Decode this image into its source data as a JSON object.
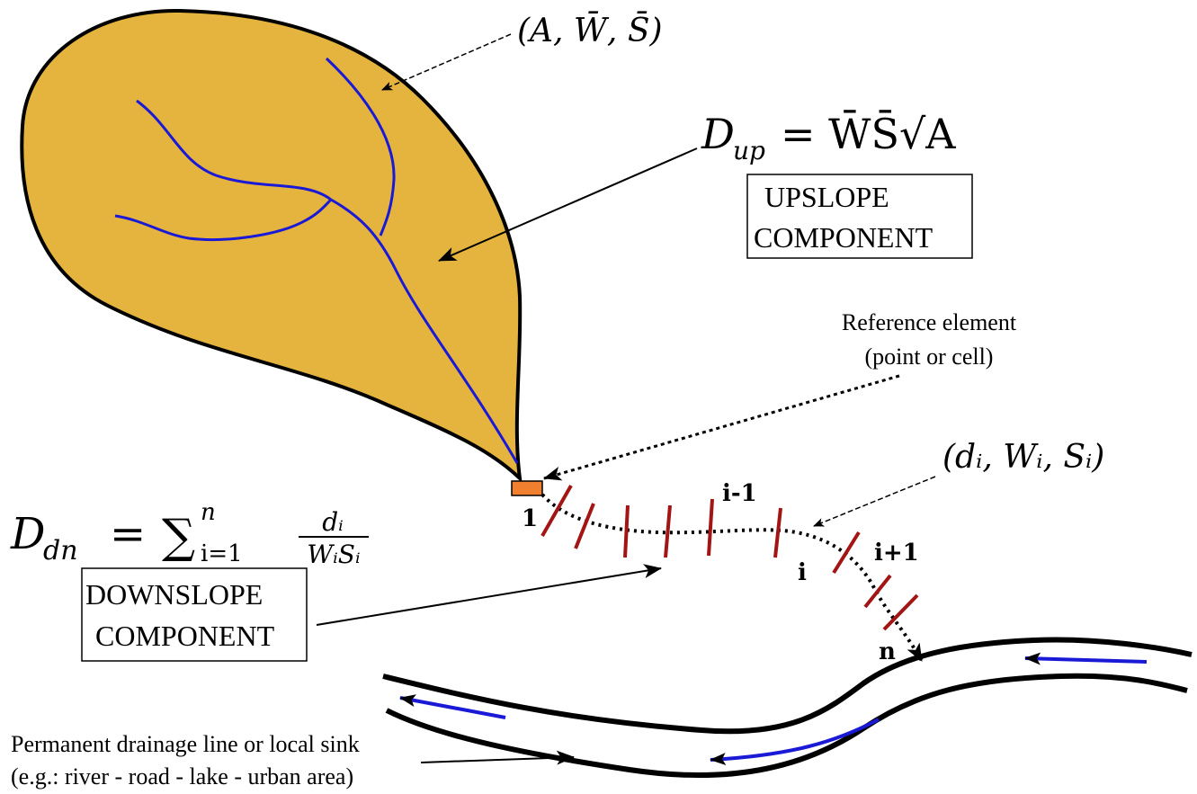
{
  "colors": {
    "catchment_fill": "#e5b43f",
    "stream": "#1a1ad6",
    "flow_segment": "#a31515",
    "reference_element": "#f08030",
    "outline": "#000000"
  },
  "upslope": {
    "params_label": "(A, W̄, S̄)",
    "formula_lhs": "D",
    "formula_sub": "up",
    "formula_rhs": "= W̄S̄√A",
    "box_line1": "UPSLOPE",
    "box_line2": "COMPONENT"
  },
  "reference": {
    "line1": "Reference element",
    "line2": "(point or cell)"
  },
  "downslope": {
    "params_label": "(dᵢ, Wᵢ, Sᵢ)",
    "formula_lhs": "D",
    "formula_sub": "dn",
    "formula_eq": "=",
    "sum_sign": "∑",
    "sum_top": "n",
    "sum_bottom": "i=1",
    "frac_num": "dᵢ",
    "frac_den": "WᵢSᵢ",
    "box_line1": "DOWNSLOPE",
    "box_line2": "COMPONENT"
  },
  "path_labels": {
    "first": "1",
    "prev": "i-1",
    "current": "i",
    "next": "i+1",
    "last": "n"
  },
  "drainage": {
    "line1": "Permanent drainage line or local sink",
    "line2": "(e.g.: river - road - lake - urban area)"
  }
}
